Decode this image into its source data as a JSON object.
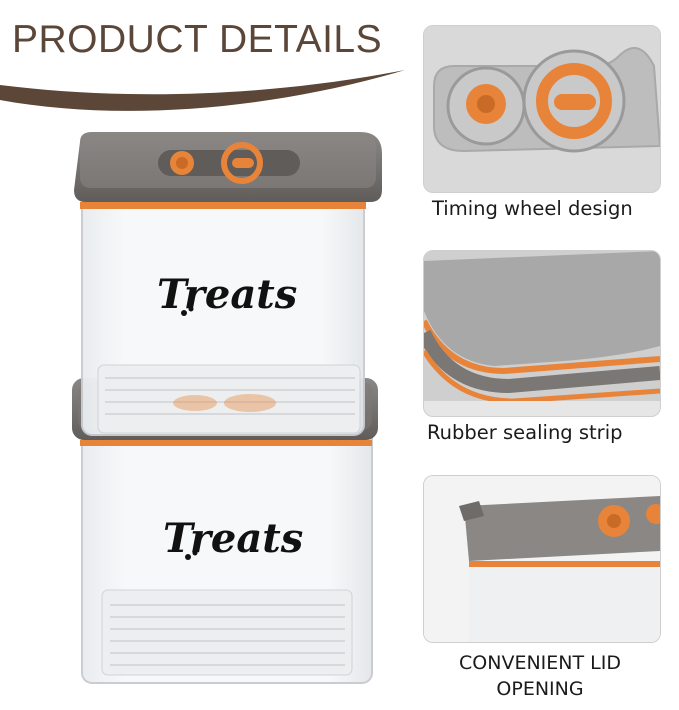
{
  "header": {
    "title": "PRODUCT DETAILS"
  },
  "product": {
    "label_top": "Treats",
    "label_bottom": "Treats"
  },
  "features": [
    {
      "caption": "Timing wheel design"
    },
    {
      "caption": "Rubber sealing strip"
    },
    {
      "caption": "CONVENIENT LID OPENING"
    }
  ],
  "colors": {
    "title": "#5b4638",
    "accent": "#e8843a",
    "lid": "#6e6b69"
  }
}
